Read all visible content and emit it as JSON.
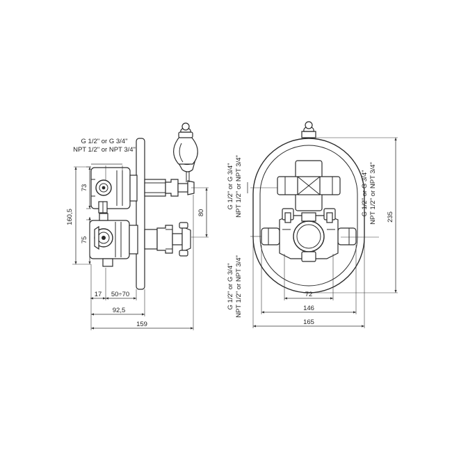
{
  "side_view": {
    "conn_top_line1": "G 1/2\" or G 3/4\"",
    "conn_top_line2": "NPT 1/2\" or NPT 3/4\"",
    "dim_73": "73",
    "dim_160_5": "160,5",
    "dim_75": "75",
    "dim_80": "80",
    "dim_17": "17",
    "dim_50_70": "50÷70",
    "dim_92_5": "92,5",
    "dim_159": "159"
  },
  "front_view": {
    "conn_left_upper_line1": "G 1/2\" or G 3/4\"",
    "conn_left_upper_line2": "NPT 1/2\" or NPT 3/4\"",
    "conn_left_lower_line1": "G 1/2\" or G 3/4\"",
    "conn_left_lower_line2": "NPT 1/2\" or NPT 3/4\"",
    "conn_right_line1": "G 1/2\" or G 3/4\"",
    "conn_right_line2": "NPT 1/2\" or NPT 3/4\"",
    "dim_235": "235",
    "dim_72": "72",
    "dim_146": "146",
    "dim_165": "165"
  }
}
